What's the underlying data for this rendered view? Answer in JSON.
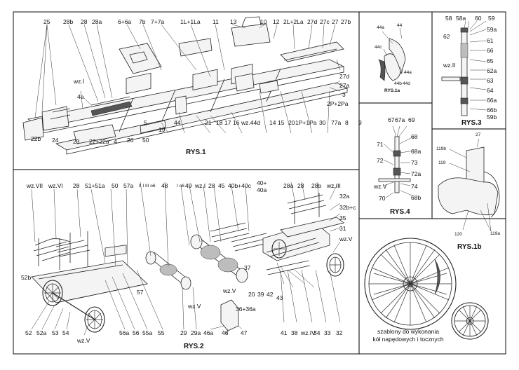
{
  "panels": {
    "rys1": {
      "title": "RYS.1",
      "labels": [
        "25",
        "28b",
        "28",
        "28a",
        "6+6a",
        "7b",
        "7+7a",
        "1L+1La",
        "11",
        "13",
        "10",
        "12",
        "2L+2La",
        "27d",
        "27c",
        "27",
        "27b",
        "27d",
        "27a",
        "3",
        "2P+2Pa",
        "wz.I",
        "4a",
        "22b",
        "24",
        "23",
        "22+22a",
        "4",
        "26",
        "50",
        "5",
        "19",
        "44",
        "21",
        "18",
        "17",
        "16",
        "wz.44d",
        "14",
        "15",
        "20",
        "1P+1Pa",
        "30",
        "77a",
        "8",
        "9"
      ]
    },
    "rys1a": {
      "title": "RYS.1a",
      "labels": [
        "44a",
        "44",
        "44c",
        "44a",
        "44b",
        "44d"
      ]
    },
    "rys3": {
      "title": "RYS.3",
      "labels": [
        "58",
        "58a",
        "60",
        "59",
        "59a",
        "62",
        "61",
        "66",
        "65",
        "wz.II",
        "62a",
        "63",
        "64",
        "66a",
        "66b",
        "59b"
      ]
    },
    "rys4": {
      "title": "RYS.4",
      "labels": [
        "67",
        "67a",
        "69",
        "68",
        "71",
        "68a",
        "72",
        "73",
        "72a",
        "wz.V",
        "74",
        "70",
        "68b"
      ]
    },
    "rys1b": {
      "title": "RYS.1b",
      "labels": [
        "27",
        "119b",
        "119",
        "120",
        "119a"
      ]
    },
    "rys2": {
      "title": "RYS.2",
      "labels": [
        "wz.VII",
        "wz.VI",
        "28",
        "51+51a",
        "50",
        "57a",
        "II I III o6",
        "48",
        "I o6",
        "49",
        "wz.I",
        "28",
        "45",
        "40b+40c",
        "40+",
        "40a",
        "28a",
        "28",
        "28b",
        "wz.III",
        "32a",
        "32b+c",
        "35",
        "31",
        "wz.V",
        "52b",
        "57",
        "wz.V",
        "37",
        "wz.V",
        "36+36a",
        "52",
        "52a",
        "53",
        "54",
        "wz.V",
        "56a",
        "56",
        "55a",
        "55",
        "29",
        "29a",
        "46a",
        "46",
        "47",
        "20",
        "39",
        "42",
        "43",
        "41",
        "38",
        "wz.IV",
        "34",
        "33",
        "32"
      ]
    },
    "wheels": {
      "caption_line1": "szablony  do wykonania",
      "caption_line2": "kół napędowych i tocznych"
    }
  }
}
